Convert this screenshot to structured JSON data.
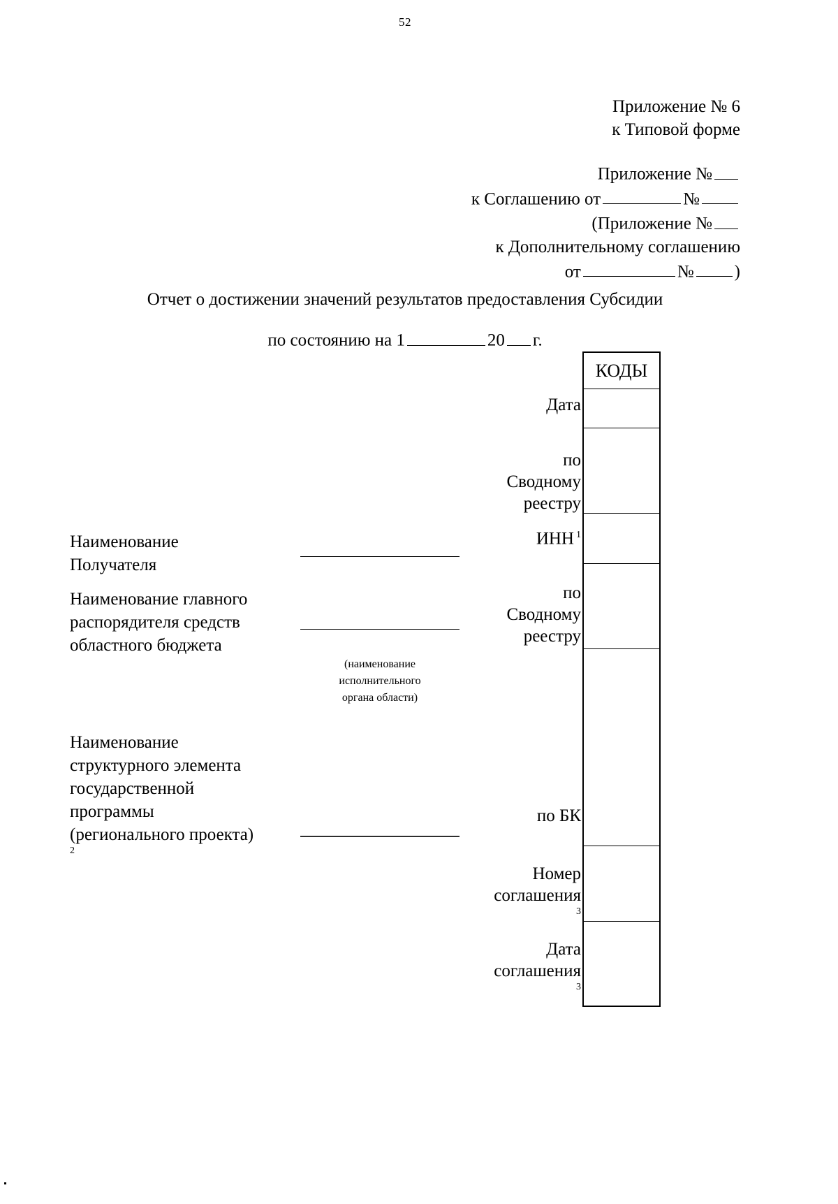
{
  "page": {
    "number": "52"
  },
  "header": {
    "appendix_line1": "Приложение № 6",
    "appendix_line2": "к Типовой форме",
    "appendix_num_label": "Приложение №",
    "agreement_prefix": "к Соглашению от",
    "agreement_num_label": "№",
    "sub_appendix_label": "(Приложение №",
    "supplementary_line": "к Дополнительному соглашению",
    "from_label": "от",
    "from_num_label": "№",
    "close_paren": ")"
  },
  "title": {
    "main": "Отчет о достижении значений результатов предоставления Субсидии",
    "date_prefix": "по состоянию на 1",
    "year_prefix": "20",
    "year_suffix": "г."
  },
  "codes_table": {
    "header": "КОДЫ",
    "rows": [
      {
        "label": "Дата",
        "footnote": ""
      },
      {
        "label": "по\nСводному\nреестру",
        "footnote": ""
      },
      {
        "label": "ИНН",
        "footnote": "1"
      },
      {
        "label": "по\nСводному\nреестру",
        "footnote": ""
      },
      {
        "label": "по БК",
        "footnote": ""
      },
      {
        "label": "Номер\nсоглашения",
        "footnote": "3"
      },
      {
        "label": "Дата\nсоглашения",
        "footnote": "3"
      }
    ]
  },
  "labels": {
    "recipient_name": "Наименование\nПолучателя",
    "chief_manager": "Наименование главного\nраспорядителя средств\nобластного бюджета",
    "program_element": "Наименование\nструктурного элемента\nгосударственной\nпрограммы\n(регионального проекта)",
    "program_element_footnote": "2",
    "executive_caption": "(наименование\nисполнительного\nоргана области)"
  },
  "row_labels": {
    "date": "Дата",
    "consolidated_registry": "по\nСводному\nреестру",
    "inn": "ИНН",
    "inn_footnote": "1",
    "consolidated_registry_2": "по\nСводному\nреестру",
    "by_bk": "по БК",
    "agreement_number": "Номер\nсоглашения",
    "agreement_number_footnote": "3",
    "agreement_date": "Дата\nсоглашения",
    "agreement_date_footnote": "3"
  }
}
